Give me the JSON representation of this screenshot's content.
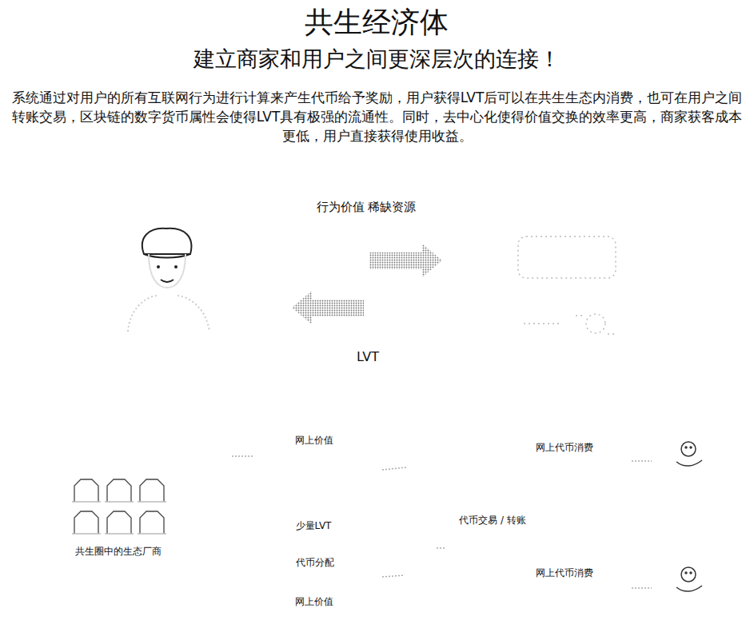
{
  "diagram": {
    "title": "共生经济体",
    "labels": [
      "建立商家和用户之间更深层次的连接！",
      "系统通过对用户的所有互联网行为进行计算来产生代币给予奖励，用户获得LVT后可以在共生生态内消费，也可在用户之间转账交易，区块链的数字货币属性会使得LVT具有极强的流通性。同时，去中心化使得价值交换的效率更高，商家获客成本更低，用户直接获得使用收益。",
      "行为价值 稀缺资源",
      "LVT",
      "网上价值",
      "网上代币消费",
      "共生圈中的生态厂商",
      "少量LVT",
      "代币交易 / 转账",
      "代币分配",
      "网上代币消费",
      "网上价值"
    ]
  }
}
